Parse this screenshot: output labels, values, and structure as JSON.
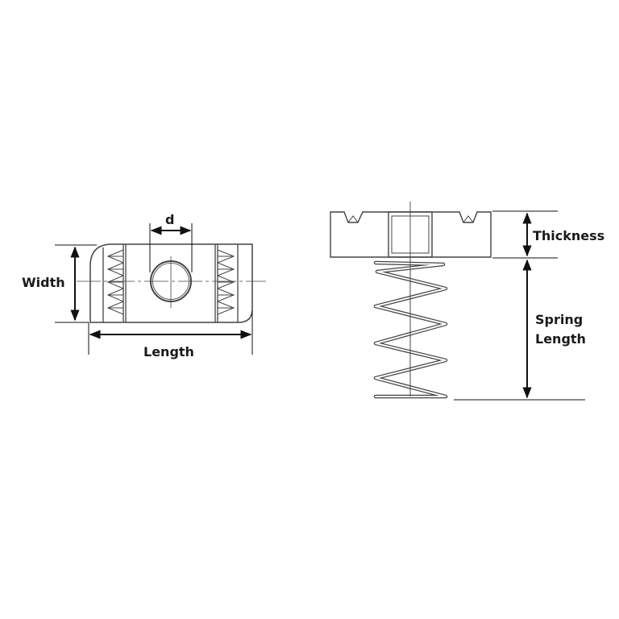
{
  "diagram": {
    "subject": "channel spring nut",
    "top_view": {
      "labels": {
        "d": "d",
        "width": "Width",
        "length": "Length"
      }
    },
    "side_view": {
      "labels": {
        "thickness": "Thickness",
        "spring_length_line1": "Spring",
        "spring_length_line2": "Length"
      }
    },
    "colors": {
      "line": "#333333",
      "dimension": "#111111",
      "text": "#1a1a1a",
      "background": "#ffffff"
    }
  }
}
